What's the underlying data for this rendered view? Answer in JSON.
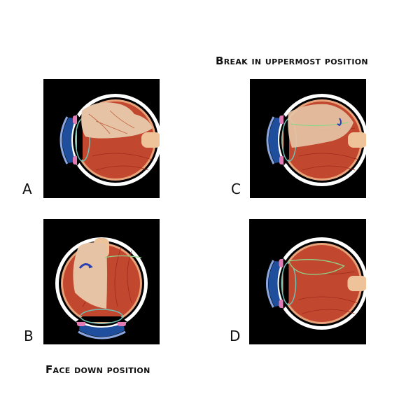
{
  "captions": {
    "top": "Break in uppermost position",
    "bottom": "Face down position"
  },
  "panels": [
    {
      "id": "A",
      "label": "A"
    },
    {
      "id": "B",
      "label": "B"
    },
    {
      "id": "C",
      "label": "C"
    },
    {
      "id": "D",
      "label": "D"
    }
  ],
  "colors": {
    "retina": "#c2472f",
    "detached": "#e6c3a5",
    "sclera": "#ffffff",
    "cornea": "#1f4f9c",
    "lens_outline": "#6fc0b5",
    "nerve": "#efc39a",
    "ciliary": "#e37bb5",
    "break_line": "#8fd48a",
    "arrow": "#2a3fb0"
  }
}
